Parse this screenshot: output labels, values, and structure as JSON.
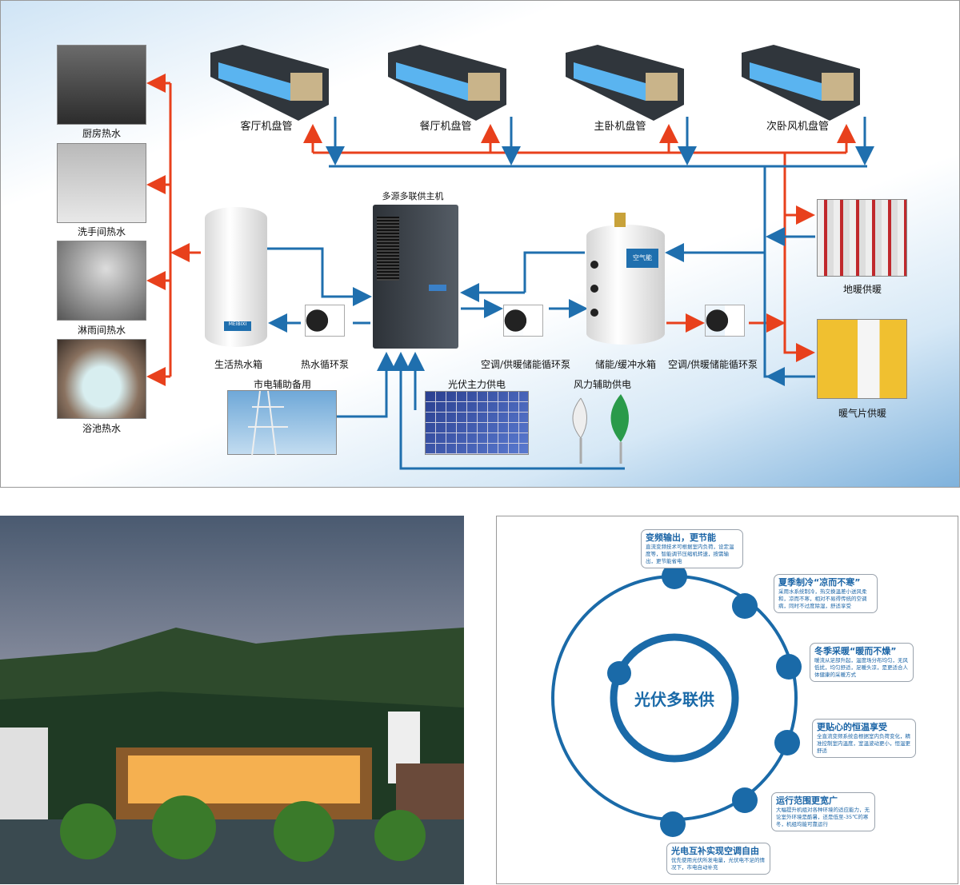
{
  "diagram": {
    "host_title": "多源多联供主机",
    "fan_coils": [
      "客厅机盘管",
      "餐厅机盘管",
      "主卧机盘管",
      "次卧风机盘管"
    ],
    "hot_water_outlets": [
      "厨房热水",
      "洗手间热水",
      "淋雨间热水",
      "浴池热水"
    ],
    "tank_left": "生活热水箱",
    "pump_hot": "热水循环泵",
    "pump_ac_1": "空调/供暖储能循环泵",
    "buffer_tank": "储能/缓冲水箱",
    "pump_ac_2": "空调/供暖储能循环泵",
    "floor_heating": "地暖供暖",
    "radiator": "暖气片供暖",
    "grid": "市电辅助备用",
    "solar": "光伏主力供电",
    "wind": "风力辅助供电",
    "tank_brand": "MEIBIXI",
    "tank_brand_cn": "空气能",
    "colors": {
      "hot": "#e8401c",
      "cold": "#1f6fae"
    }
  },
  "circle": {
    "center_title": "光伏多联供",
    "features": [
      {
        "title": "变频输出，更节能",
        "text": "直流变频技术可根据室内负荷，设定温度等，智能调节压缩机转速，按需输出，更节能省电"
      },
      {
        "title": "夏季制冷“凉而不寒”",
        "text": "采用水系统制冷，热交换温差小送风柔和，凉而不寒，相对不易得传统的空调病，同时不过度除湿，舒适享受"
      },
      {
        "title": "冬季采暖“暖而不燥”",
        "text": "暖流从足部升起，温度场分布均匀，无风低扰，均匀舒适，足暖头凉，是更适合人体健康的采暖方式"
      },
      {
        "title": "更贴心的恒温享受",
        "text": "全直流变频系统会根据室内负荷变化，精准控制室内温度，室温波动更小，恒温更舒适"
      },
      {
        "title": "运行范围更宽广",
        "text": "大幅提升机组对各种环境的适应能力，无论室外环境是酷暑，还是低至-35℃的寒冬，机组均能可靠运行"
      },
      {
        "title": "光电互补实现空调自由",
        "text": "优先使用光伏所发电量，光伏电不足的情况下，市电自动补充"
      }
    ]
  }
}
